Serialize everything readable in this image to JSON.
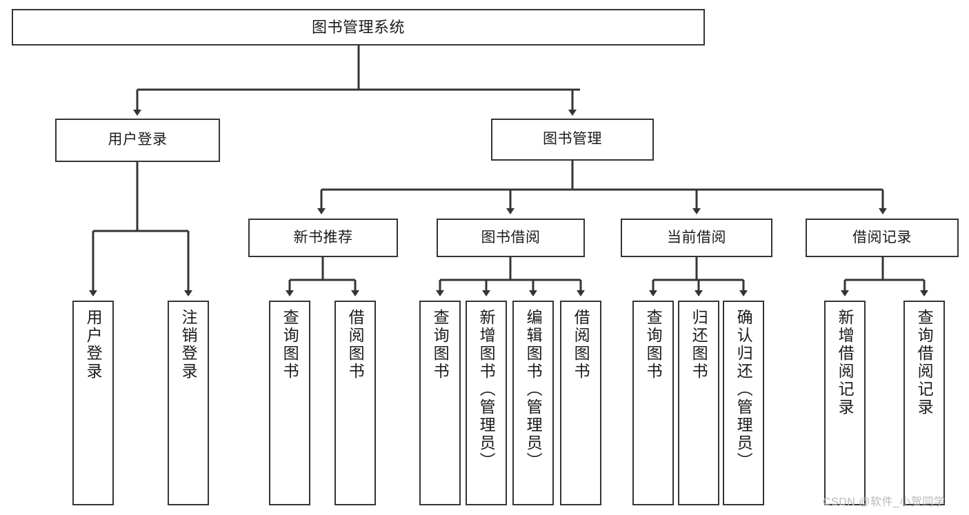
{
  "diagram": {
    "type": "tree",
    "title": "图书管理系统",
    "watermark": "CSDN @软件_小贺同学",
    "colors": {
      "background": "#ffffff",
      "stroke": "#343434",
      "text": "#1b1b1b",
      "watermark": "#b9b9b9"
    },
    "nodes": {
      "root": {
        "label": "图书管理系统"
      },
      "level1": [
        {
          "id": "user-login",
          "label": "用户登录"
        },
        {
          "id": "book-manage",
          "label": "图书管理"
        }
      ],
      "level2": [
        {
          "id": "new-book-recommend",
          "label": "新书推荐",
          "parent": "book-manage"
        },
        {
          "id": "book-borrow",
          "label": "图书借阅",
          "parent": "book-manage"
        },
        {
          "id": "current-borrow",
          "label": "当前借阅",
          "parent": "book-manage"
        },
        {
          "id": "borrow-record",
          "label": "借阅记录",
          "parent": "book-manage"
        }
      ],
      "leaves": [
        {
          "id": "leaf-user-login",
          "label": "用户登录",
          "parent": "user-login"
        },
        {
          "id": "leaf-logout-login",
          "label": "注销登录",
          "parent": "user-login"
        },
        {
          "id": "leaf-query-book-1",
          "label": "查询图书",
          "parent": "new-book-recommend"
        },
        {
          "id": "leaf-borrow-book-1",
          "label": "借阅图书",
          "parent": "new-book-recommend"
        },
        {
          "id": "leaf-query-book-2",
          "label": "查询图书",
          "parent": "book-borrow"
        },
        {
          "id": "leaf-add-book",
          "label": "新增图书（管理员）",
          "parent": "book-borrow"
        },
        {
          "id": "leaf-edit-book",
          "label": "编辑图书（管理员）",
          "parent": "book-borrow"
        },
        {
          "id": "leaf-borrow-book-2",
          "label": "借阅图书",
          "parent": "book-borrow"
        },
        {
          "id": "leaf-query-book-3",
          "label": "查询图书",
          "parent": "current-borrow"
        },
        {
          "id": "leaf-return-book",
          "label": "归还图书",
          "parent": "current-borrow"
        },
        {
          "id": "leaf-confirm-return",
          "label": "确认归还（管理员）",
          "parent": "current-borrow"
        },
        {
          "id": "leaf-add-record",
          "label": "新增借阅记录",
          "parent": "borrow-record"
        },
        {
          "id": "leaf-query-record",
          "label": "查询借阅记录",
          "parent": "borrow-record"
        }
      ]
    }
  }
}
